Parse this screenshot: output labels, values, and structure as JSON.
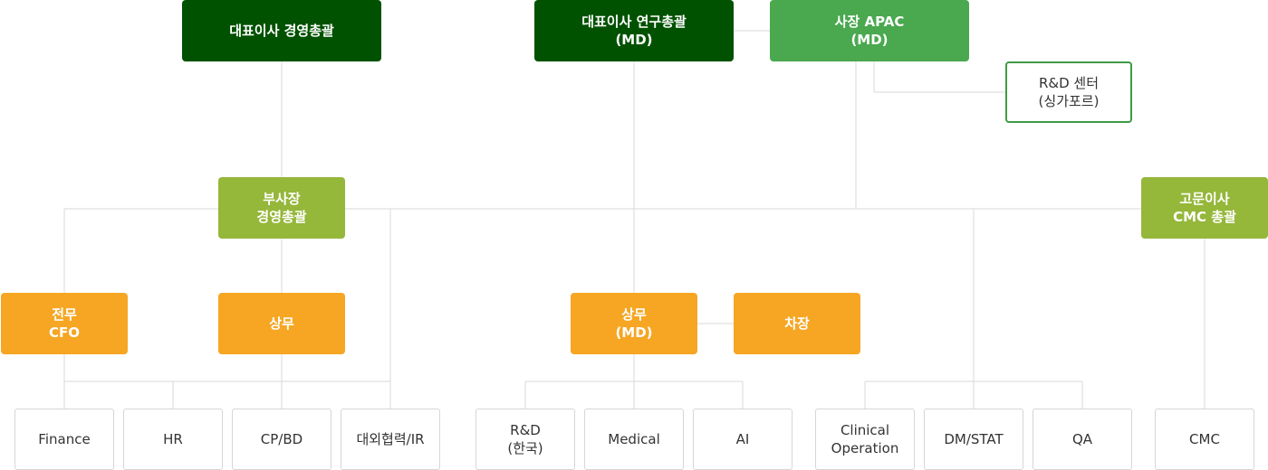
{
  "nodes": {
    "ceo_management": "대표이사 경영총괄",
    "ceo_research": "대표이사 연구총괄\n(MD)",
    "president_apac": "사장 APAC\n(MD)",
    "rnd_center_singapore": "R&D 센터\n(싱가포르)",
    "vp_management": "부사장\n경영총괄",
    "advisor_cmc": "고문이사\nCMC 총괄",
    "director_cfo": "전무\nCFO",
    "managing_director": "상무",
    "managing_director_md": "상무\n(MD)",
    "deputy_director": "차장"
  },
  "departments": {
    "finance": "Finance",
    "hr": "HR",
    "cp_bd": "CP/BD",
    "external_ir": "대외협력/IR",
    "rnd_korea": "R&D\n(한국)",
    "medical": "Medical",
    "ai": "AI",
    "clinical_operation": "Clinical\nOperation",
    "dm_stat": "DM/STAT",
    "qa": "QA",
    "cmc": "CMC"
  },
  "colors": {
    "executive": "#005200",
    "apac": "#4aa84f",
    "vice_president": "#95b73a",
    "director": "#f6a623",
    "leaf_border": "#d6d6d6",
    "connector": "#d9d9d9"
  }
}
